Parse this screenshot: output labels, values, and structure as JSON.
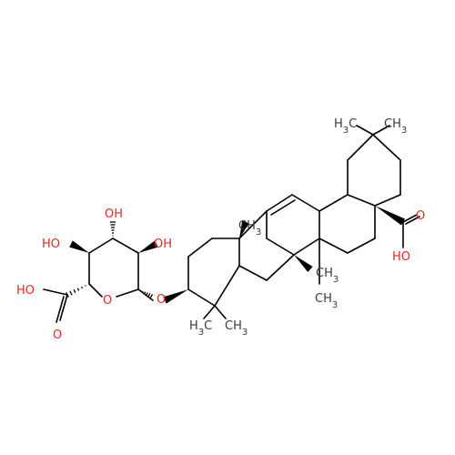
{
  "colors": {
    "bond": "#000000",
    "heteroatom": "#e8251f",
    "carbon_label": "#3a3a3a",
    "background": "#ffffff"
  },
  "labels": {
    "top_methyl_left": "H3C",
    "top_methyl_right": "CH3",
    "acid_carbonyl_o": "O",
    "acid_oh": "HO",
    "c10_methyl": "CH3",
    "c8_methyl": "CH3",
    "c14_methyl": "CH3",
    "gem_methyl_left": "H3C",
    "gem_methyl_right": "CH3",
    "glycosidic_o": "O",
    "ring_o": "O",
    "sugar_oh_top": "OH",
    "sugar_oh_left": "HO",
    "sugar_oh_right": "OH",
    "sugar_acid_oh": "HO",
    "sugar_acid_o": "O"
  }
}
